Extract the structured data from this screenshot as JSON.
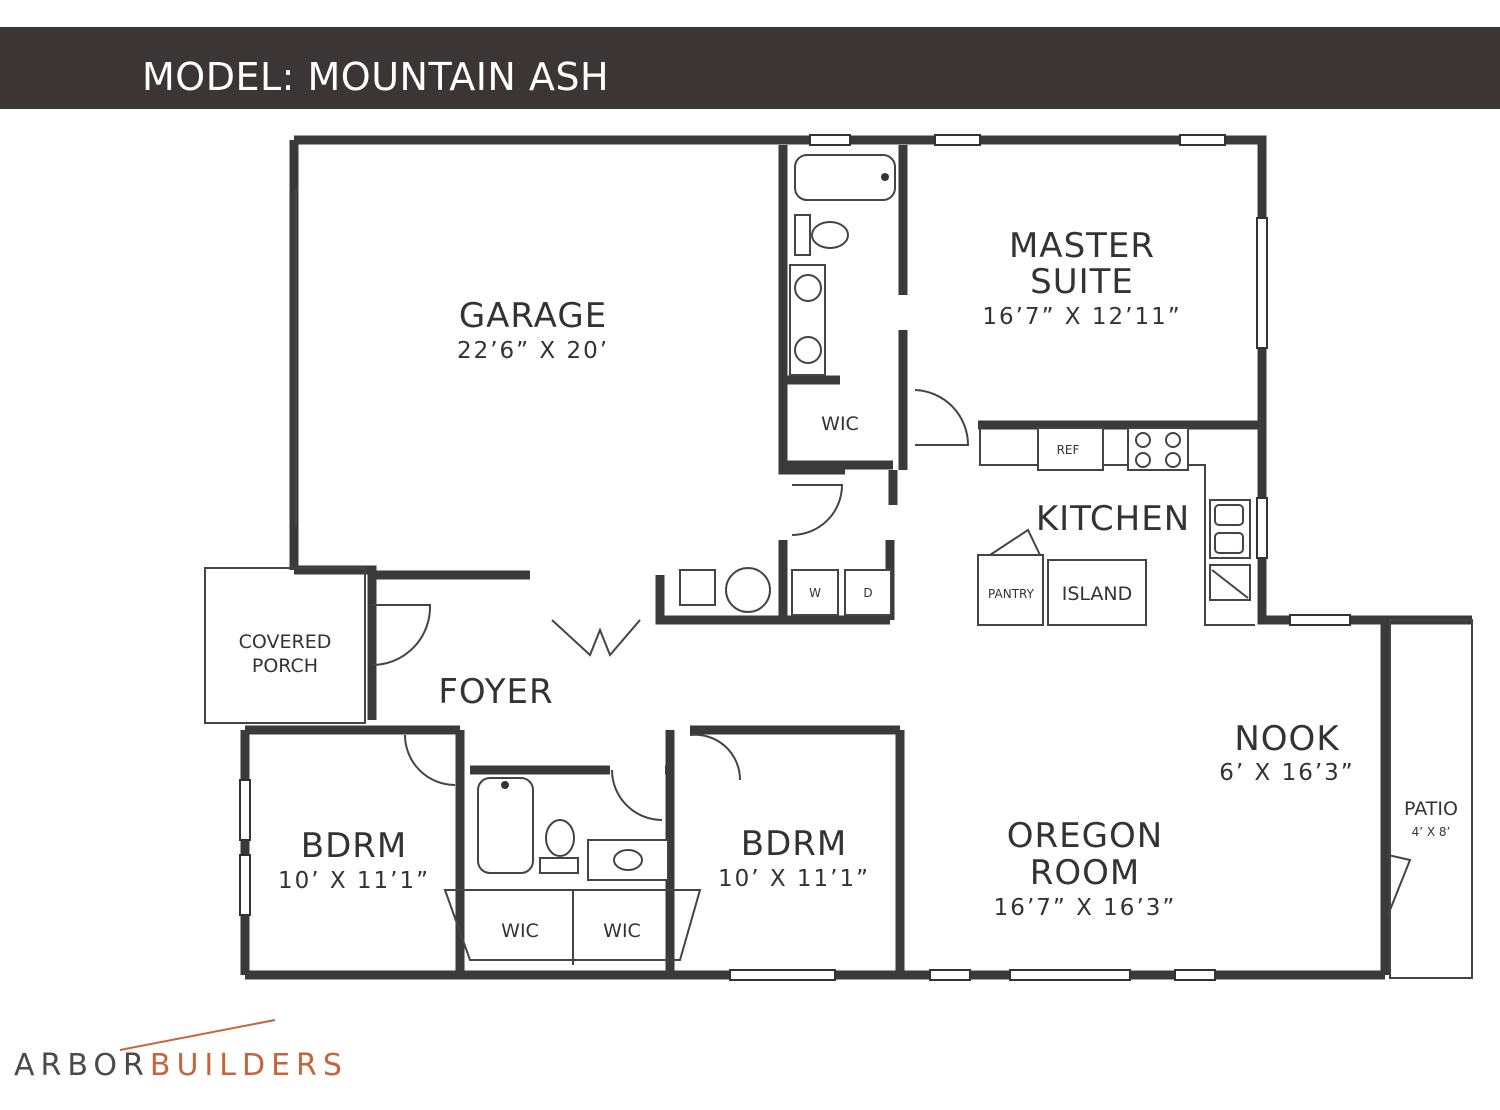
{
  "header": {
    "title": "MODEL: MOUNTAIN ASH"
  },
  "colors": {
    "header_bg": "#3b3536",
    "wall": "#3a3a3a",
    "brand_accent": "#c8643a",
    "brand_dark": "#4a4a4a"
  },
  "rooms": {
    "garage": {
      "name": "GARAGE",
      "dims": "22’6” X 20’"
    },
    "master": {
      "name_line1": "MASTER",
      "name_line2": "SUITE",
      "dims": "16’7” X 12’11”"
    },
    "kitchen": {
      "name": "KITCHEN"
    },
    "foyer": {
      "name": "FOYER"
    },
    "porch": {
      "name_line1": "COVERED",
      "name_line2": "PORCH"
    },
    "nook": {
      "name": "NOOK",
      "dims": "6’ X 16’3”"
    },
    "oregon": {
      "name_line1": "OREGON",
      "name_line2": "ROOM",
      "dims": "16’7” X 16’3”"
    },
    "patio": {
      "name": "PATIO",
      "dims": "4’ X 8’"
    },
    "bdrm_left": {
      "name": "BDRM",
      "dims": "10’ X 11’1”"
    },
    "bdrm_right": {
      "name": "BDRM",
      "dims": "10’ X 11’1”"
    },
    "wic_master": {
      "name": "WIC"
    },
    "wic_left": {
      "name": "WIC"
    },
    "wic_right": {
      "name": "WIC"
    }
  },
  "fixtures": {
    "ref": "REF",
    "pantry": "PANTRY",
    "island": "ISLAND",
    "washer": "W",
    "dryer": "D"
  },
  "brand": {
    "part1": "ARBOR",
    "part2": "BUILDERS"
  }
}
